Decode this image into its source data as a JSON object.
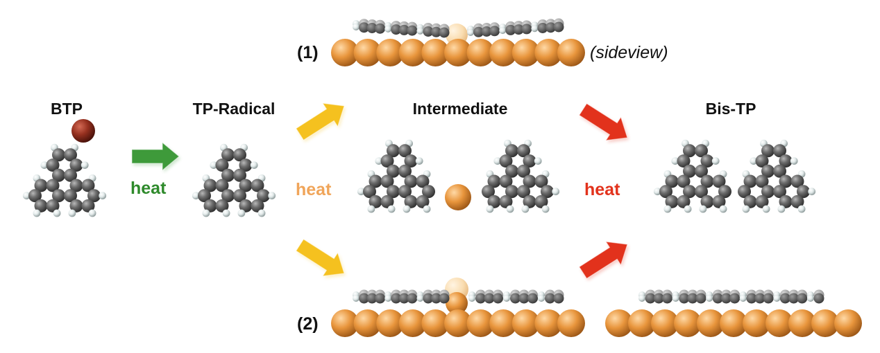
{
  "labels": {
    "btp": "BTP",
    "tp_radical": "TP-Radical",
    "intermediate": "Intermediate",
    "bis_tp": "Bis-TP",
    "heat_1": "heat",
    "heat_2": "heat",
    "heat_3": "heat",
    "path_1": "(1)",
    "path_2": "(2)",
    "sideview": "(sideview)"
  },
  "colors": {
    "carbon": "#5f5f5f",
    "hydrogen": "#e4ecec",
    "bromine": "#8e2c1e",
    "copper": "#e8953c",
    "arrow_green": "#3e9a3a",
    "arrow_yellow": "#f5c11f",
    "arrow_red": "#e2321c",
    "heat_green": "#2e8a2b",
    "heat_orange": "#f0a55a",
    "heat_red": "#e2321c"
  },
  "icons": {
    "arrow": "block-arrow",
    "molecule": "ball-model-molecule",
    "surface": "copper-atom-row"
  }
}
